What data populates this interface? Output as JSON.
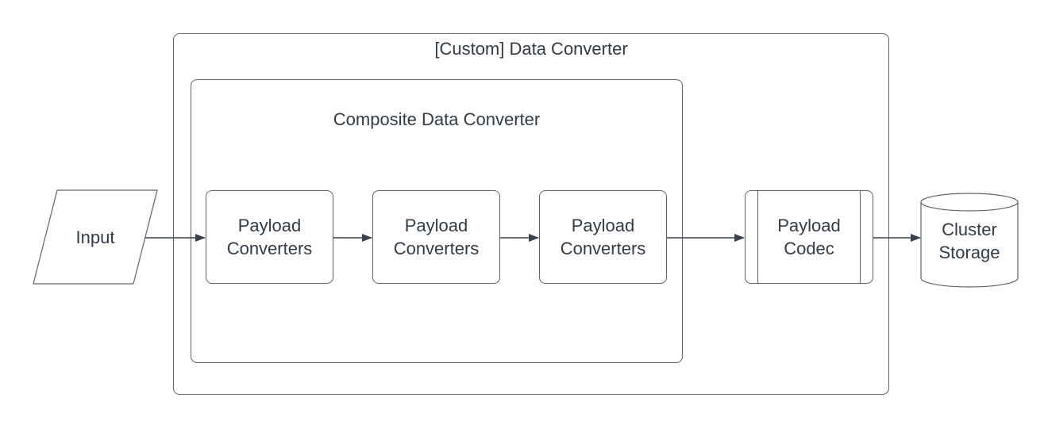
{
  "diagram": {
    "outer_title": "[Custom] Data Converter",
    "inner_title": "Composite Data Converter",
    "nodes": {
      "input": {
        "label": "Input",
        "shape": "parallelogram"
      },
      "converter1": {
        "label": "Payload Converters",
        "shape": "rounded-rectangle"
      },
      "converter2": {
        "label": "Payload Converters",
        "shape": "rounded-rectangle"
      },
      "converter3": {
        "label": "Payload Converters",
        "shape": "rounded-rectangle"
      },
      "codec": {
        "label": "Payload Codec",
        "shape": "predefined-process"
      },
      "storage": {
        "label": "Cluster Storage",
        "shape": "cylinder"
      }
    },
    "colors": {
      "canvas_bg": "#ffffff",
      "shape_stroke": "#5b6370",
      "arrow": "#39414e",
      "text": "#333b46"
    }
  }
}
